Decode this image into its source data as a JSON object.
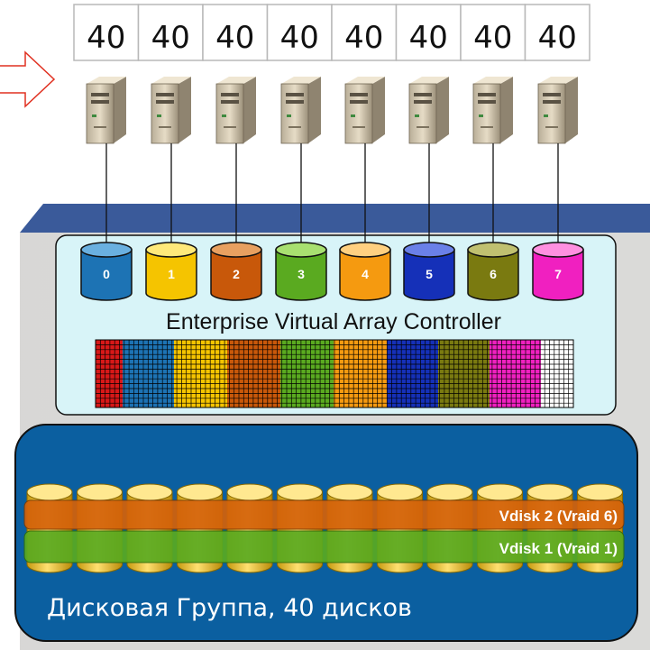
{
  "host_counts": [
    "40",
    "40",
    "40",
    "40",
    "40",
    "40",
    "40",
    "40"
  ],
  "luns": [
    {
      "label": "0",
      "color": "#1d73b4",
      "top": "#6ab0e0",
      "text": "#ffffff"
    },
    {
      "label": "1",
      "color": "#f5c400",
      "top": "#ffe97a",
      "text": "#ffffff"
    },
    {
      "label": "2",
      "color": "#c8580a",
      "top": "#e8a060",
      "text": "#ffffff"
    },
    {
      "label": "3",
      "color": "#5aaa20",
      "top": "#a8e070",
      "text": "#ffffff"
    },
    {
      "label": "4",
      "color": "#f59a10",
      "top": "#ffd080",
      "text": "#ffffff"
    },
    {
      "label": "5",
      "color": "#1530b8",
      "top": "#6a80e8",
      "text": "#ffffff"
    },
    {
      "label": "6",
      "color": "#7a7a10",
      "top": "#c0c070",
      "text": "#ffffff"
    },
    {
      "label": "7",
      "color": "#f020c0",
      "top": "#ff90e0",
      "text": "#ffffff"
    }
  ],
  "controller_label": "Enterprise Virtual Array Controller",
  "grid_colors": [
    "#d81818",
    "#1d73b4",
    "#f5c400",
    "#c8580a",
    "#5aaa20",
    "#f59a10",
    "#1530b8",
    "#7a7a10",
    "#f020c0",
    "#ffffff"
  ],
  "vdisks": {
    "vdisk2": "Vdisk 2 (Vraid 6)",
    "vdisk1": "Vdisk 1 (Vraid 1)"
  },
  "disk_group_label": "Дисковая Группа, 40 дисков",
  "colors": {
    "array_body": "#d8d8d8",
    "array_top": "#3a5a9a",
    "controller_bg": "#d8f4f8",
    "disk_group_bg": "#0b5fa0",
    "vdisk2_band": "#d4620a",
    "vdisk1_band": "#5aaa20"
  }
}
